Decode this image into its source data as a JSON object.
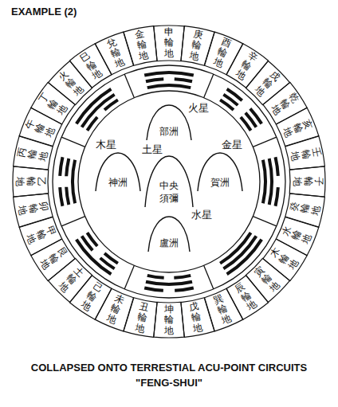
{
  "diagram": {
    "title": "EXAMPLE (2)",
    "caption": "COLLAPSED ONTO TERRESTIAL ACU-POINT CIRCUITS",
    "nodes": [
      {
        "text": [
          "申輪地"
        ]
      },
      {
        "text": [
          "庚輪地"
        ]
      },
      {
        "text": [
          "酉輪地"
        ]
      },
      {
        "text": [
          "辛輪地"
        ]
      },
      {
        "text": [
          "戌輪地"
        ]
      },
      {
        "text": [
          "乾輪地"
        ]
      },
      {
        "text": [
          "亥輪地"
        ]
      },
      {
        "text": [
          "壬輪地"
        ]
      },
      {
        "text": [
          "子輪地"
        ]
      },
      {
        "text": [
          "癸輪地"
        ]
      },
      {
        "text": [
          "水輪地"
        ]
      },
      {
        "text": [
          "木輪地"
        ]
      },
      {
        "text": [
          "寅輪地"
        ]
      },
      {
        "text": [
          "辰輪地"
        ]
      },
      {
        "text": [
          "巽輪地"
        ]
      },
      {
        "text": [
          "戊輪地"
        ]
      },
      {
        "text": [
          "坤輪地"
        ]
      },
      {
        "text": [
          "丑輪地"
        ]
      },
      {
        "text": [
          "未輪地"
        ]
      },
      {
        "text": [
          "己輪地"
        ]
      },
      {
        "text": [
          "土輪地"
        ]
      },
      {
        "text": [
          "艮輪地"
        ]
      },
      {
        "text": [
          "甲輪地"
        ]
      },
      {
        "text": [
          "卯輪地"
        ]
      },
      {
        "text": [
          "乙輪地"
        ]
      },
      {
        "text": [
          "丙輪地"
        ]
      },
      {
        "text": [
          "午輪地"
        ]
      },
      {
        "text": [
          "丁輪地"
        ]
      },
      {
        "text": [
          "火輪地"
        ]
      },
      {
        "text": [
          "巳輪地"
        ]
      },
      {
        "text": [
          "兌輪地"
        ]
      },
      {
        "text": [
          "金輪地"
        ]
      },
      {
        "text": [
          "部洲"
        ]
      },
      {
        "text": [
          "神洲"
        ]
      },
      {
        "text": [
          "賀洲"
        ]
      },
      {
        "text": [
          "中央",
          "須彌"
        ]
      },
      {
        "text": [
          "盧洲"
        ]
      }
    ],
    "labels": [
      "火星",
      "木星",
      "金星",
      "土星",
      "水星",
      "\"FENG-SHUI\""
    ]
  }
}
